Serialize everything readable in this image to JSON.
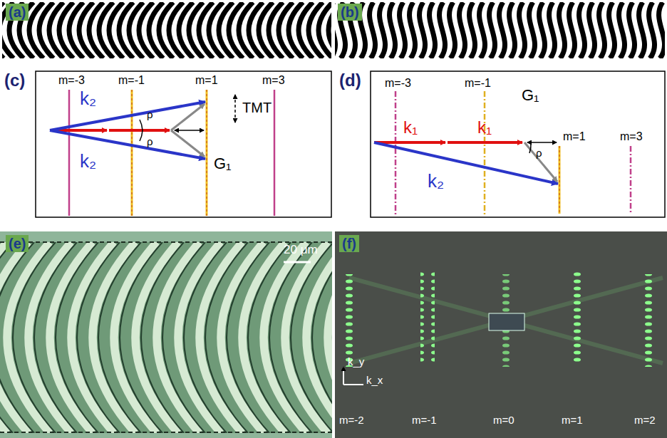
{
  "diagram": {
    "labels": [
      "(a)",
      "(b)",
      "(c)",
      "m=-3",
      "m=-1",
      "m=1",
      "m=3",
      "k₂",
      "ρ",
      "ρ",
      "TMT",
      "k₂",
      "G₁",
      "(d)",
      "m=-3",
      "m=-1",
      "G₁",
      "k₁",
      "k₁",
      "m=1",
      "m=3",
      "ρ",
      "k₂",
      "(e)",
      "20 μm",
      "(f)",
      "k_y",
      "k_x",
      "m=-2",
      "m=-1",
      "m=0",
      "m=1",
      "m=2"
    ]
  }
}
